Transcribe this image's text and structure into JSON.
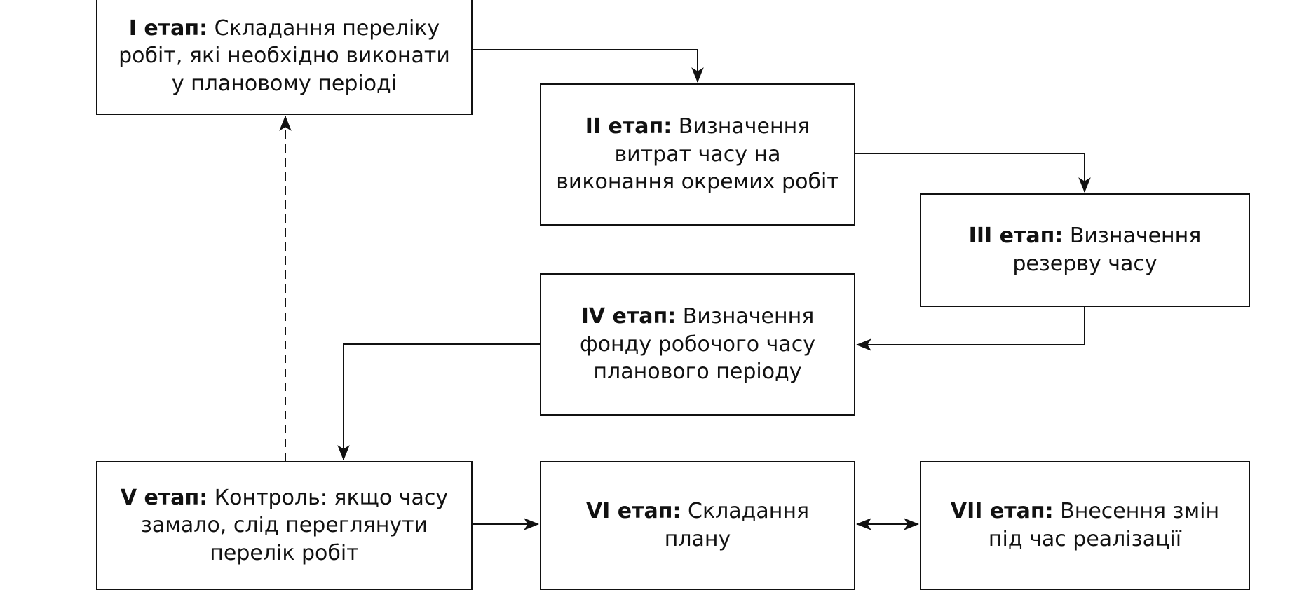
{
  "stages": [
    {
      "label": "I етап:",
      "text": "Складання переліку робіт, які необхідно виконати у плановому періоді"
    },
    {
      "label": "II етап:",
      "text": "Визначення витрат часу на виконання окремих робіт"
    },
    {
      "label": "III етап:",
      "text": "Визначення резерву часу"
    },
    {
      "label": "IV етап:",
      "text": "Визначення фонду робочого часу планового періоду"
    },
    {
      "label": "V етап:",
      "text": "Контроль: якщо часу замало, слід переглянути перелік робіт"
    },
    {
      "label": "VI етап:",
      "text": "Складання плану"
    },
    {
      "label": "VII етап:",
      "text": "Внесення змін під час реалізації"
    }
  ],
  "flows": [
    {
      "from": "I етап",
      "to": "II етап",
      "style": "solid",
      "direction": "forward"
    },
    {
      "from": "II етап",
      "to": "III етап",
      "style": "solid",
      "direction": "forward"
    },
    {
      "from": "III етап",
      "to": "IV етап",
      "style": "solid",
      "direction": "forward"
    },
    {
      "from": "IV етап",
      "to": "V етап",
      "style": "solid",
      "direction": "forward"
    },
    {
      "from": "V етап",
      "to": "VI етап",
      "style": "solid",
      "direction": "forward"
    },
    {
      "from": "VI етап",
      "to": "VII етап",
      "style": "solid",
      "direction": "both"
    },
    {
      "from": "V етап",
      "to": "I етап",
      "style": "dashed",
      "direction": "forward"
    }
  ],
  "colors": {
    "line": "#111111",
    "box_border": "#111111",
    "background": "#ffffff"
  }
}
